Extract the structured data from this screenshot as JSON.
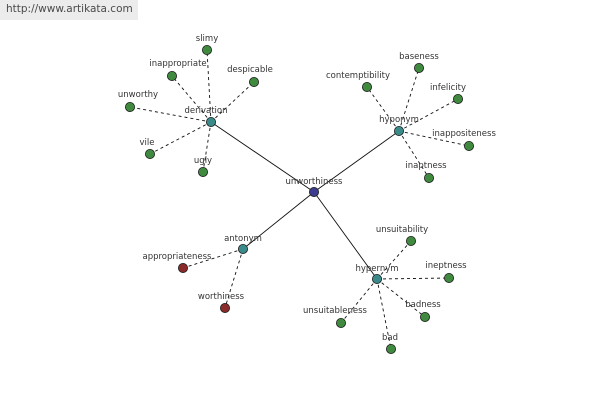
{
  "watermark": {
    "url": "http://www.artikata.com"
  },
  "colors": {
    "center": "#3d3d8f",
    "relation": "#3a8a8a",
    "leaf": "#3f8a3f",
    "antonym_leaf": "#8b2a2a",
    "edge": "#111111",
    "label": "#333333"
  },
  "graph": {
    "center": {
      "id": "unworthiness",
      "label": "unworthiness",
      "kind": "center"
    },
    "relations": [
      {
        "id": "derivation",
        "label": "derivation",
        "kind": "relation"
      },
      {
        "id": "hyponym",
        "label": "hyponym",
        "kind": "relation"
      },
      {
        "id": "antonym",
        "label": "antonym",
        "kind": "relation"
      },
      {
        "id": "hypernym",
        "label": "hypernym",
        "kind": "relation"
      }
    ],
    "leaves": [
      {
        "id": "slimy",
        "label": "slimy",
        "parent": "derivation",
        "kind": "leaf"
      },
      {
        "id": "inappropriate",
        "label": "inappropriate",
        "parent": "derivation",
        "kind": "leaf"
      },
      {
        "id": "despicable",
        "label": "despicable",
        "parent": "derivation",
        "kind": "leaf"
      },
      {
        "id": "unworthy",
        "label": "unworthy",
        "parent": "derivation",
        "kind": "leaf"
      },
      {
        "id": "vile",
        "label": "vile",
        "parent": "derivation",
        "kind": "leaf"
      },
      {
        "id": "ugly",
        "label": "ugly",
        "parent": "derivation",
        "kind": "leaf"
      },
      {
        "id": "baseness",
        "label": "baseness",
        "parent": "hyponym",
        "kind": "leaf"
      },
      {
        "id": "contemptibility",
        "label": "contemptibility",
        "parent": "hyponym",
        "kind": "leaf"
      },
      {
        "id": "infelicity",
        "label": "infelicity",
        "parent": "hyponym",
        "kind": "leaf"
      },
      {
        "id": "inappositeness",
        "label": "inappositeness",
        "parent": "hyponym",
        "kind": "leaf"
      },
      {
        "id": "inaptness",
        "label": "inaptness",
        "parent": "hyponym",
        "kind": "leaf"
      },
      {
        "id": "appropriateness",
        "label": "appropriateness",
        "parent": "antonym",
        "kind": "antonym_leaf"
      },
      {
        "id": "worthiness",
        "label": "worthiness",
        "parent": "antonym",
        "kind": "antonym_leaf"
      },
      {
        "id": "unsuitability",
        "label": "unsuitability",
        "parent": "hypernym",
        "kind": "leaf"
      },
      {
        "id": "ineptness",
        "label": "ineptness",
        "parent": "hypernym",
        "kind": "leaf"
      },
      {
        "id": "unsuitableness",
        "label": "unsuitableness",
        "parent": "hypernym",
        "kind": "leaf"
      },
      {
        "id": "badness",
        "label": "badness",
        "parent": "hypernym",
        "kind": "leaf"
      },
      {
        "id": "bad",
        "label": "bad",
        "parent": "hypernym",
        "kind": "leaf"
      }
    ]
  }
}
